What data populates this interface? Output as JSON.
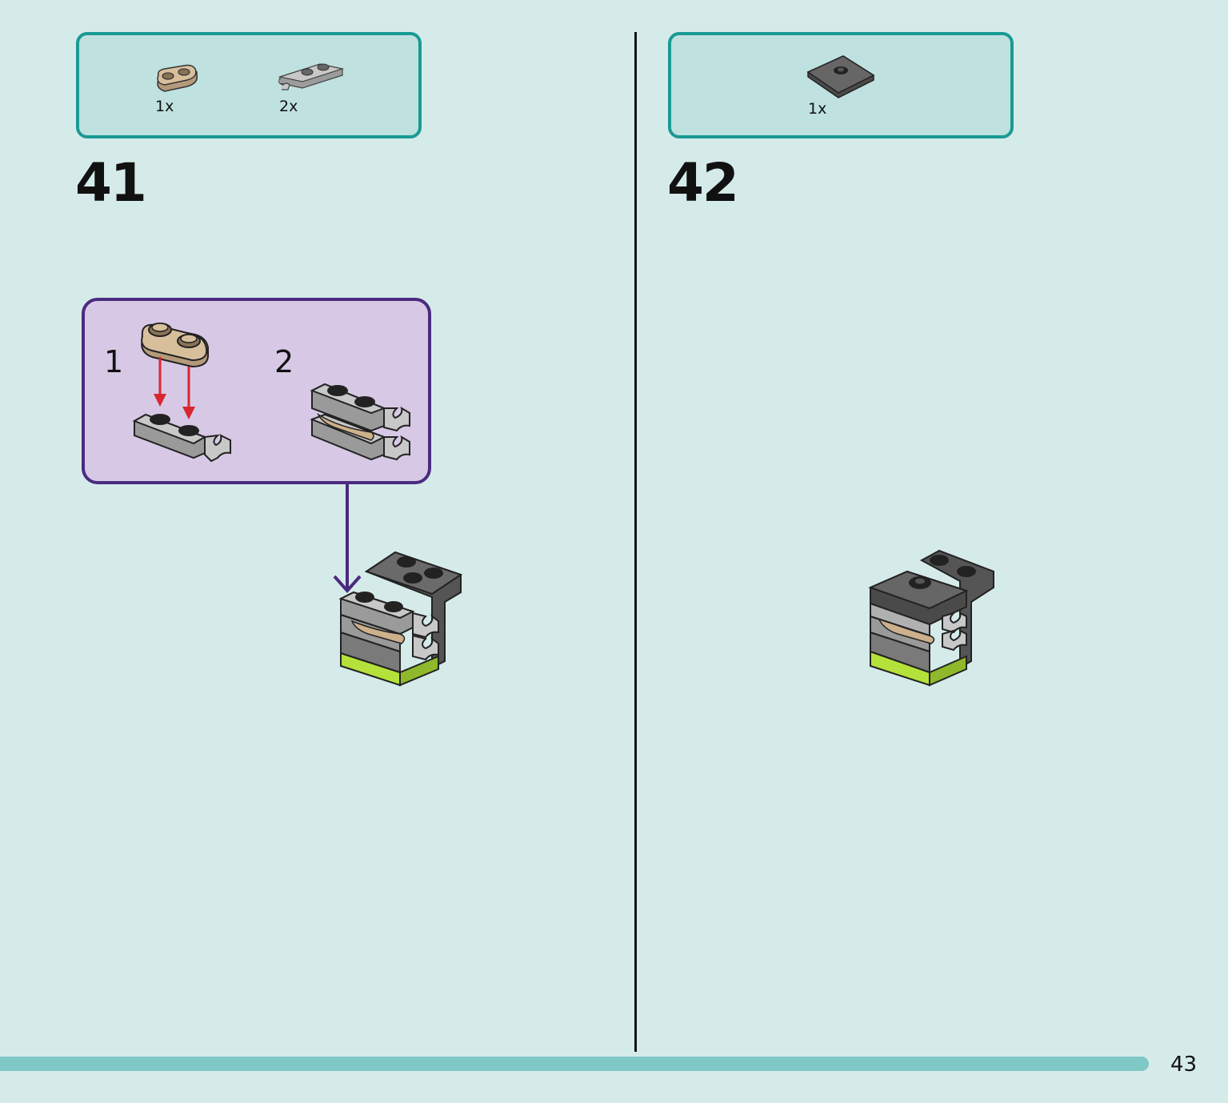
{
  "steps": [
    {
      "number": "41",
      "parts": [
        {
          "icon": "tan-plate-1x2-rounded-icon",
          "qty": "1x"
        },
        {
          "icon": "gray-clip-plate-1x2-icon",
          "qty": "2x"
        }
      ],
      "sub_assembly": {
        "steps": [
          {
            "number": "1"
          },
          {
            "number": "2"
          }
        ]
      }
    },
    {
      "number": "42",
      "parts": [
        {
          "icon": "dark-gray-jumper-plate-2x2-icon",
          "qty": "1x"
        }
      ]
    }
  ],
  "page_number": "43",
  "colors": {
    "background": "#d5ebea",
    "parts_box_border": "#1a9a94",
    "sub_box_border": "#4a2b80",
    "sub_box_fill": "#d7c8e5",
    "progress": "#7ec8c5",
    "arrow_red": "#d8262e",
    "lime": "#b5e23a"
  }
}
